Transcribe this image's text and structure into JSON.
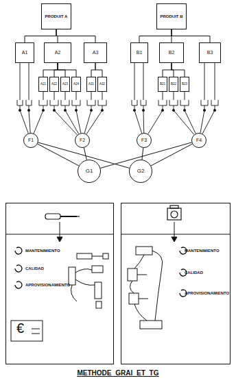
{
  "diagram": {
    "caption": "METHODE GRAI ET TG",
    "nodes": [
      {
        "text": [
          "PRODUIT A"
        ]
      },
      {
        "text": [
          "PRODUIT B"
        ]
      },
      {
        "text": [
          "A1"
        ]
      },
      {
        "text": [
          "A2"
        ]
      },
      {
        "text": [
          "A3"
        ]
      },
      {
        "text": [
          "B1"
        ]
      },
      {
        "text": [
          "B2"
        ]
      },
      {
        "text": [
          "B3"
        ]
      },
      {
        "text": [
          "A21"
        ]
      },
      {
        "text": [
          "A22"
        ]
      },
      {
        "text": [
          "A23"
        ]
      },
      {
        "text": [
          "A24"
        ]
      },
      {
        "text": [
          "A31"
        ]
      },
      {
        "text": [
          "A32"
        ]
      },
      {
        "text": [
          "B21"
        ]
      },
      {
        "text": [
          "B22"
        ]
      },
      {
        "text": [
          "B23"
        ]
      },
      {
        "text": [
          "F1"
        ]
      },
      {
        "text": [
          "F2"
        ]
      },
      {
        "text": [
          "F3"
        ]
      },
      {
        "text": [
          "F4"
        ]
      },
      {
        "text": [
          "G1"
        ]
      },
      {
        "text": [
          "G2"
        ]
      },
      {
        "text": [
          "MANTENIMIENTO",
          "CALIDAD",
          "APROVISIONAMIENTO"
        ]
      },
      {
        "text": [
          "MANTENIMIENTO",
          "CALIDAD",
          "APROVISIONAMIENTO"
        ]
      }
    ],
    "edges": [
      {
        "from": 0,
        "to": 2,
        "arrow": "none"
      },
      {
        "from": 0,
        "to": 3,
        "arrow": "none"
      },
      {
        "from": 0,
        "to": 4,
        "arrow": "none"
      },
      {
        "from": 1,
        "to": 5,
        "arrow": "none"
      },
      {
        "from": 1,
        "to": 6,
        "arrow": "none"
      },
      {
        "from": 1,
        "to": 7,
        "arrow": "none"
      },
      {
        "from": 3,
        "to": 8,
        "arrow": "none"
      },
      {
        "from": 3,
        "to": 9,
        "arrow": "none"
      },
      {
        "from": 3,
        "to": 10,
        "arrow": "none"
      },
      {
        "from": 3,
        "to": 11,
        "arrow": "none"
      },
      {
        "from": 4,
        "to": 12,
        "arrow": "none"
      },
      {
        "from": 4,
        "to": 13,
        "arrow": "none"
      },
      {
        "from": 6,
        "to": 14,
        "arrow": "none"
      },
      {
        "from": 6,
        "to": 15,
        "arrow": "none"
      },
      {
        "from": 6,
        "to": 16,
        "arrow": "none"
      },
      {
        "from": 21,
        "to": 17,
        "arrow": "none"
      },
      {
        "from": 21,
        "to": 18,
        "arrow": "none"
      },
      {
        "from": 21,
        "to": 20,
        "arrow": "none"
      },
      {
        "from": 22,
        "to": 17,
        "arrow": "none"
      },
      {
        "from": 22,
        "to": 19,
        "arrow": "none"
      },
      {
        "from": 22,
        "to": 20,
        "arrow": "none"
      }
    ],
    "labels": [
      "€"
    ]
  }
}
